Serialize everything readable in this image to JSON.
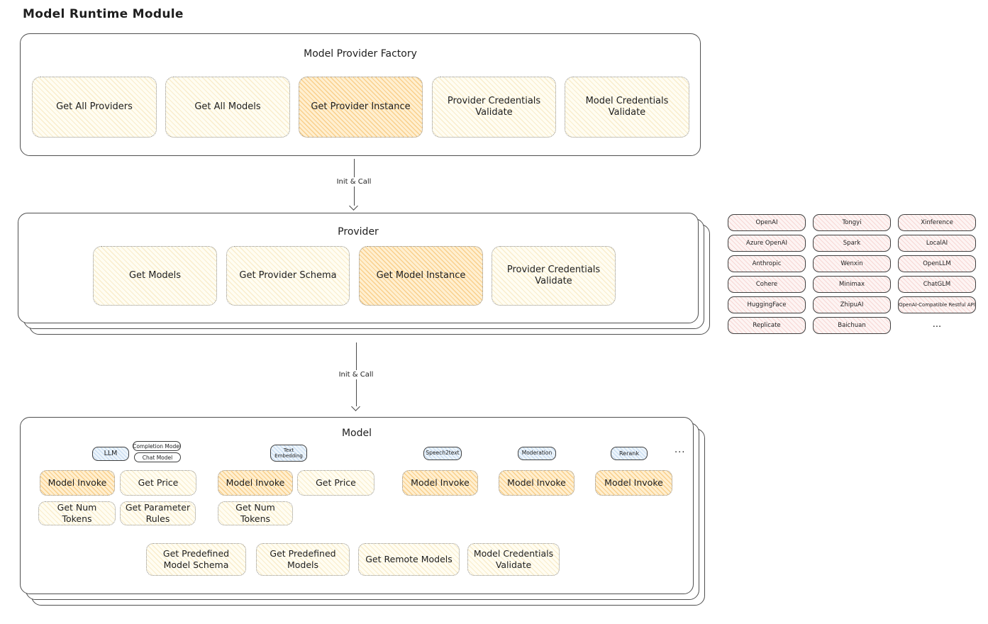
{
  "page": {
    "title": "Model Runtime Module"
  },
  "colors": {
    "highlight_orange": "#f1a32c",
    "button_yellow": "#fffdf2",
    "tab_blue": "#ecf4fb",
    "provider_pink": "#fdf4f3",
    "line": "#4a4a4a"
  },
  "factory": {
    "title": "Model Provider Factory",
    "buttons": [
      {
        "label": "Get All Providers"
      },
      {
        "label": "Get All Models"
      },
      {
        "label": "Get Provider Instance"
      },
      {
        "label": "Provider Credentials Validate"
      },
      {
        "label": "Model Credentials Validate"
      }
    ]
  },
  "arrow1": {
    "label": "Init & Call"
  },
  "arrow2": {
    "label": "Init & Call"
  },
  "provider": {
    "title": "Provider",
    "buttons": [
      {
        "label": "Get Models"
      },
      {
        "label": "Get Provider Schema"
      },
      {
        "label": "Get Model Instance"
      },
      {
        "label": "Provider Credentials Validate"
      }
    ]
  },
  "providers_list": {
    "items": [
      "OpenAI",
      "Tongyi",
      "Xinference",
      "Azure OpenAI",
      "Spark",
      "LocalAI",
      "Anthropic",
      "Wenxin",
      "OpenLLM",
      "Cohere",
      "Minimax",
      "ChatGLM",
      "HuggingFace",
      "ZhipuAI",
      "OpenAI-Compatible Restful API",
      "Replicate",
      "Baichuan"
    ],
    "more": "..."
  },
  "model": {
    "title": "Model",
    "tabs": {
      "llm": "LLM",
      "completion": "Completion Model",
      "chat": "Chat Model",
      "text_embedding": "Text Embedding",
      "speech2text": "Speech2text",
      "moderation": "Moderation",
      "rerank": "Rerank",
      "more": "..."
    },
    "buttons": {
      "llm_invoke": "Model Invoke",
      "llm_get_price": "Get Price",
      "llm_get_num_tokens": "Get Num Tokens",
      "llm_get_parameter_rules": "Get Parameter Rules",
      "te_invoke": "Model Invoke",
      "te_get_price": "Get Price",
      "te_get_num_tokens": "Get Num Tokens",
      "s2t_invoke": "Model Invoke",
      "mod_invoke": "Model Invoke",
      "rerank_invoke": "Model Invoke",
      "get_predefined_model_schema": "Get Predefined Model Schema",
      "get_predefined_models": "Get Predefined Models",
      "get_remote_models": "Get Remote Models",
      "model_credentials_validate": "Model Credentials Validate"
    }
  }
}
